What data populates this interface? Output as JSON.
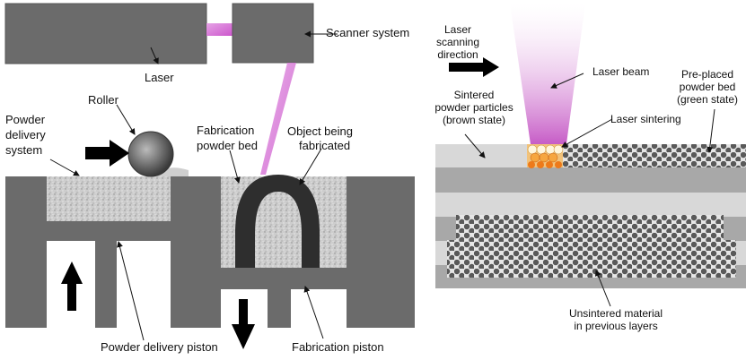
{
  "labels": {
    "laser": "Laser",
    "scanner_system": "Scanner system",
    "roller": "Roller",
    "powder_delivery_system": [
      "Powder",
      "delivery",
      "system"
    ],
    "fabrication_powder_bed": [
      "Fabrication",
      "powder bed"
    ],
    "object_being_fabricated": [
      "Object being",
      "fabricated"
    ],
    "powder_delivery_piston": "Powder delivery piston",
    "fabrication_piston": "Fabrication piston",
    "laser_scanning_direction": [
      "Laser",
      "scanning",
      "direction"
    ],
    "laser_beam": "Laser beam",
    "pre_placed_powder_bed": [
      "Pre-placed",
      "powder bed",
      "(green state)"
    ],
    "sintered_powder_particles": [
      "Sintered",
      "powder particles",
      "(brown state)"
    ],
    "laser_sintering": "Laser sintering",
    "unsintered_material": [
      "Unsintered material",
      "in previous layers"
    ]
  },
  "colors": {
    "machine_dark": "#6b6b6b",
    "powder": "#cfcfcf",
    "object": "#2e2e2e",
    "laser_beam": "#cc55cc",
    "layer_light": "#d8d8d8",
    "layer_dark": "#a8a8a8",
    "particle": "#555555",
    "sintered": "#f08a1c"
  }
}
